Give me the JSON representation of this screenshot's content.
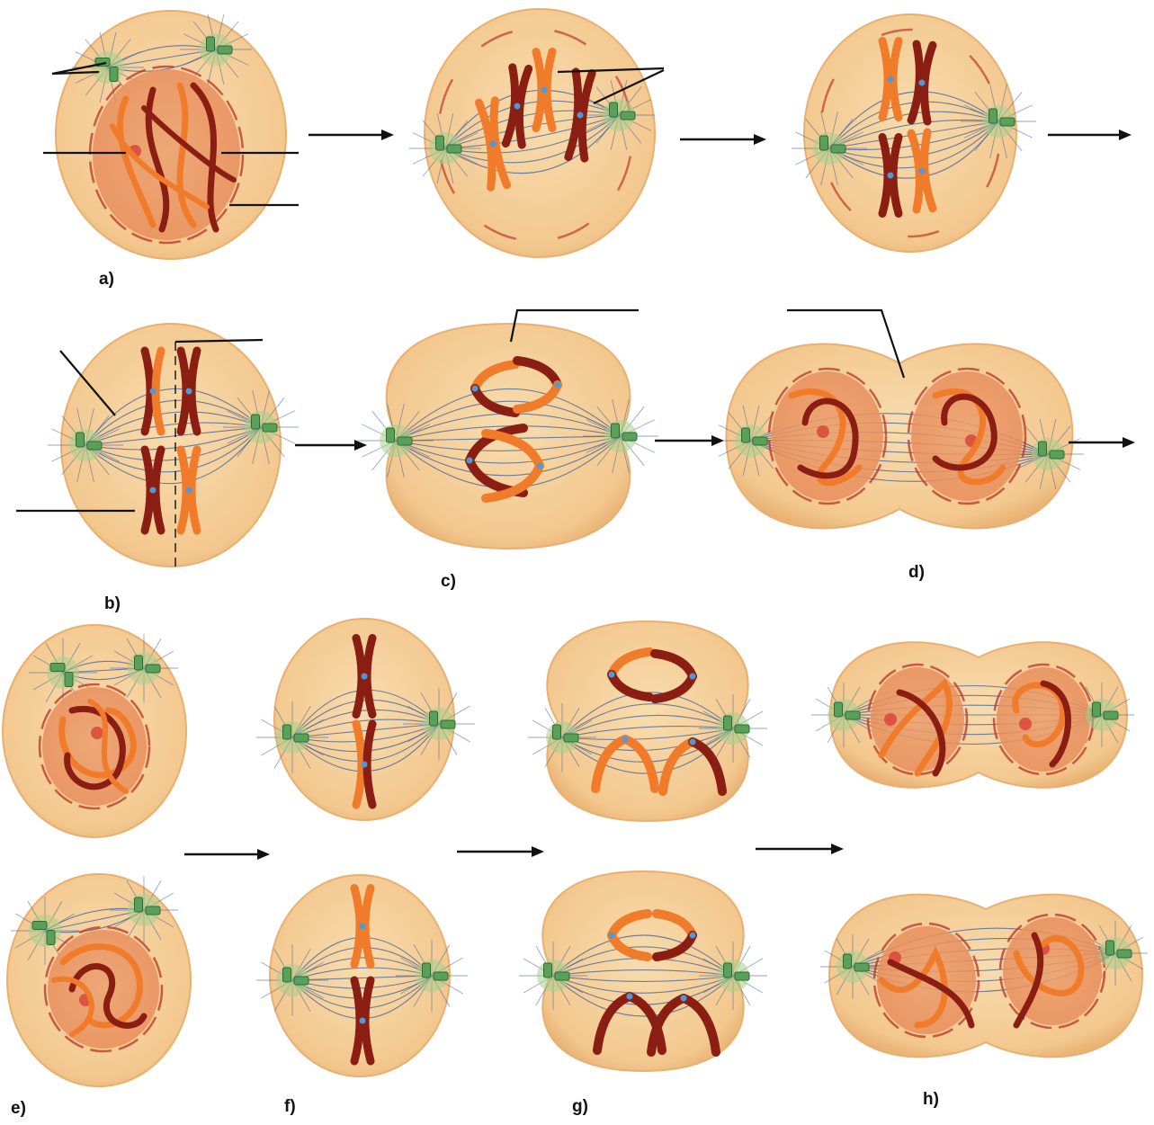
{
  "figure": {
    "subject": "meiosis stages",
    "stage_labels": [
      "a)",
      "b)",
      "c)",
      "d)",
      "e)",
      "f)",
      "g)",
      "h)"
    ]
  },
  "colors": {
    "cell_fill": "#f5cf9a",
    "cell_edge": "#e8b070",
    "nucleus_fill": "#eda575",
    "chromosome_light": "#f07b2a",
    "chromosome_dark": "#8a1e12",
    "spindle": "#3b5f9a",
    "centrosome": "#5aa05a",
    "centromere": "#4f9ad6",
    "leader_line": "#111111"
  }
}
